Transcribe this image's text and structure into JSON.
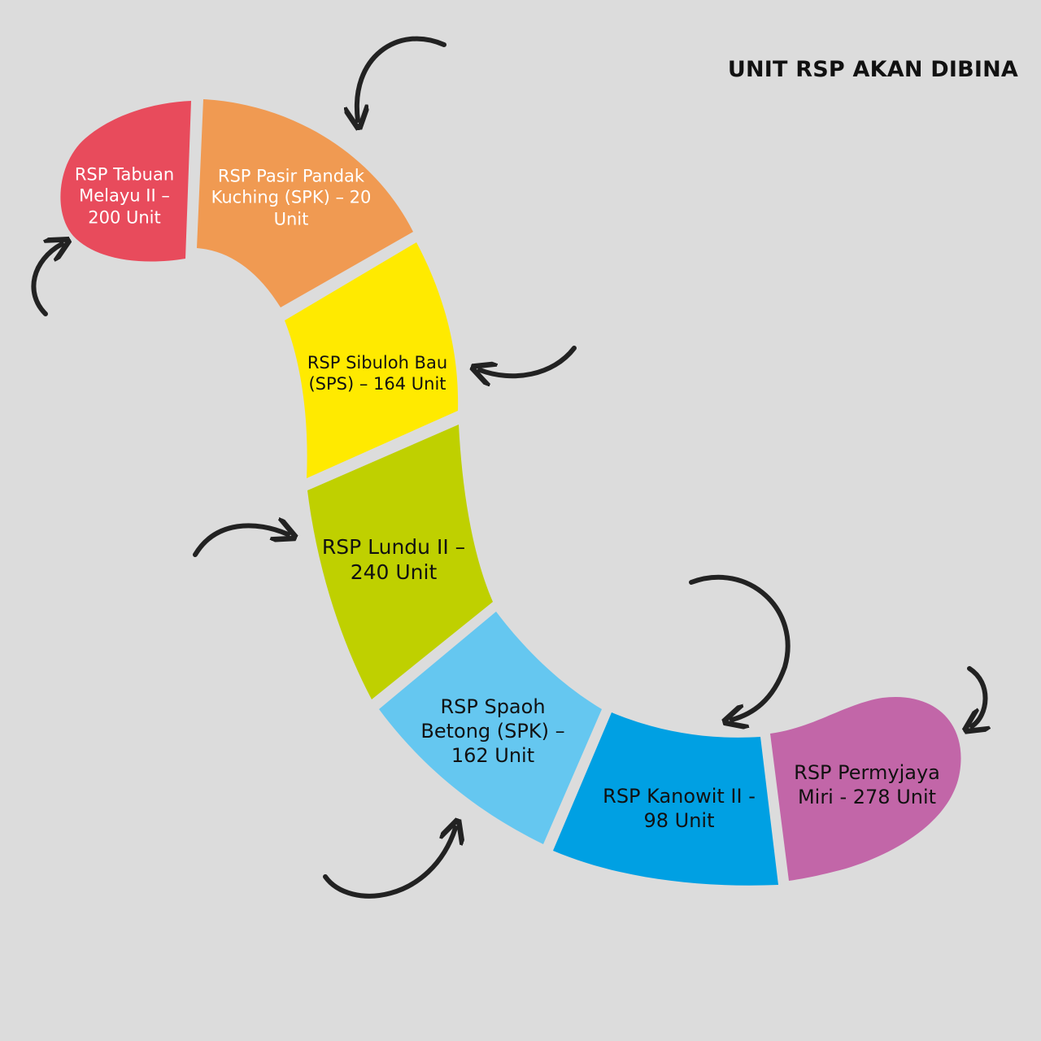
{
  "title": "UNIT RSP AKAN DIBINA",
  "segments": [
    {
      "label": "RSP Tabuan Melayu II – 200 Unit",
      "color": "#e84b5c"
    },
    {
      "label": "RSP Pasir Pandak Kuching (SPK) – 20 Unit",
      "color": "#f09a52"
    },
    {
      "label": "RSP Sibuloh Bau (SPS) – 164 Unit",
      "color": "#ffea00"
    },
    {
      "label": "RSP Lundu II – 240 Unit",
      "color": "#bfd000"
    },
    {
      "label": "RSP Spaoh Betong (SPK) – 162 Unit",
      "color": "#65c7f0"
    },
    {
      "label": "RSP Kanowit II - 98 Unit",
      "color": "#00a0e3"
    },
    {
      "label": "RSP Permyjaya Miri - 278 Unit",
      "color": "#c266a8"
    }
  ],
  "arrow_color": "#222222"
}
